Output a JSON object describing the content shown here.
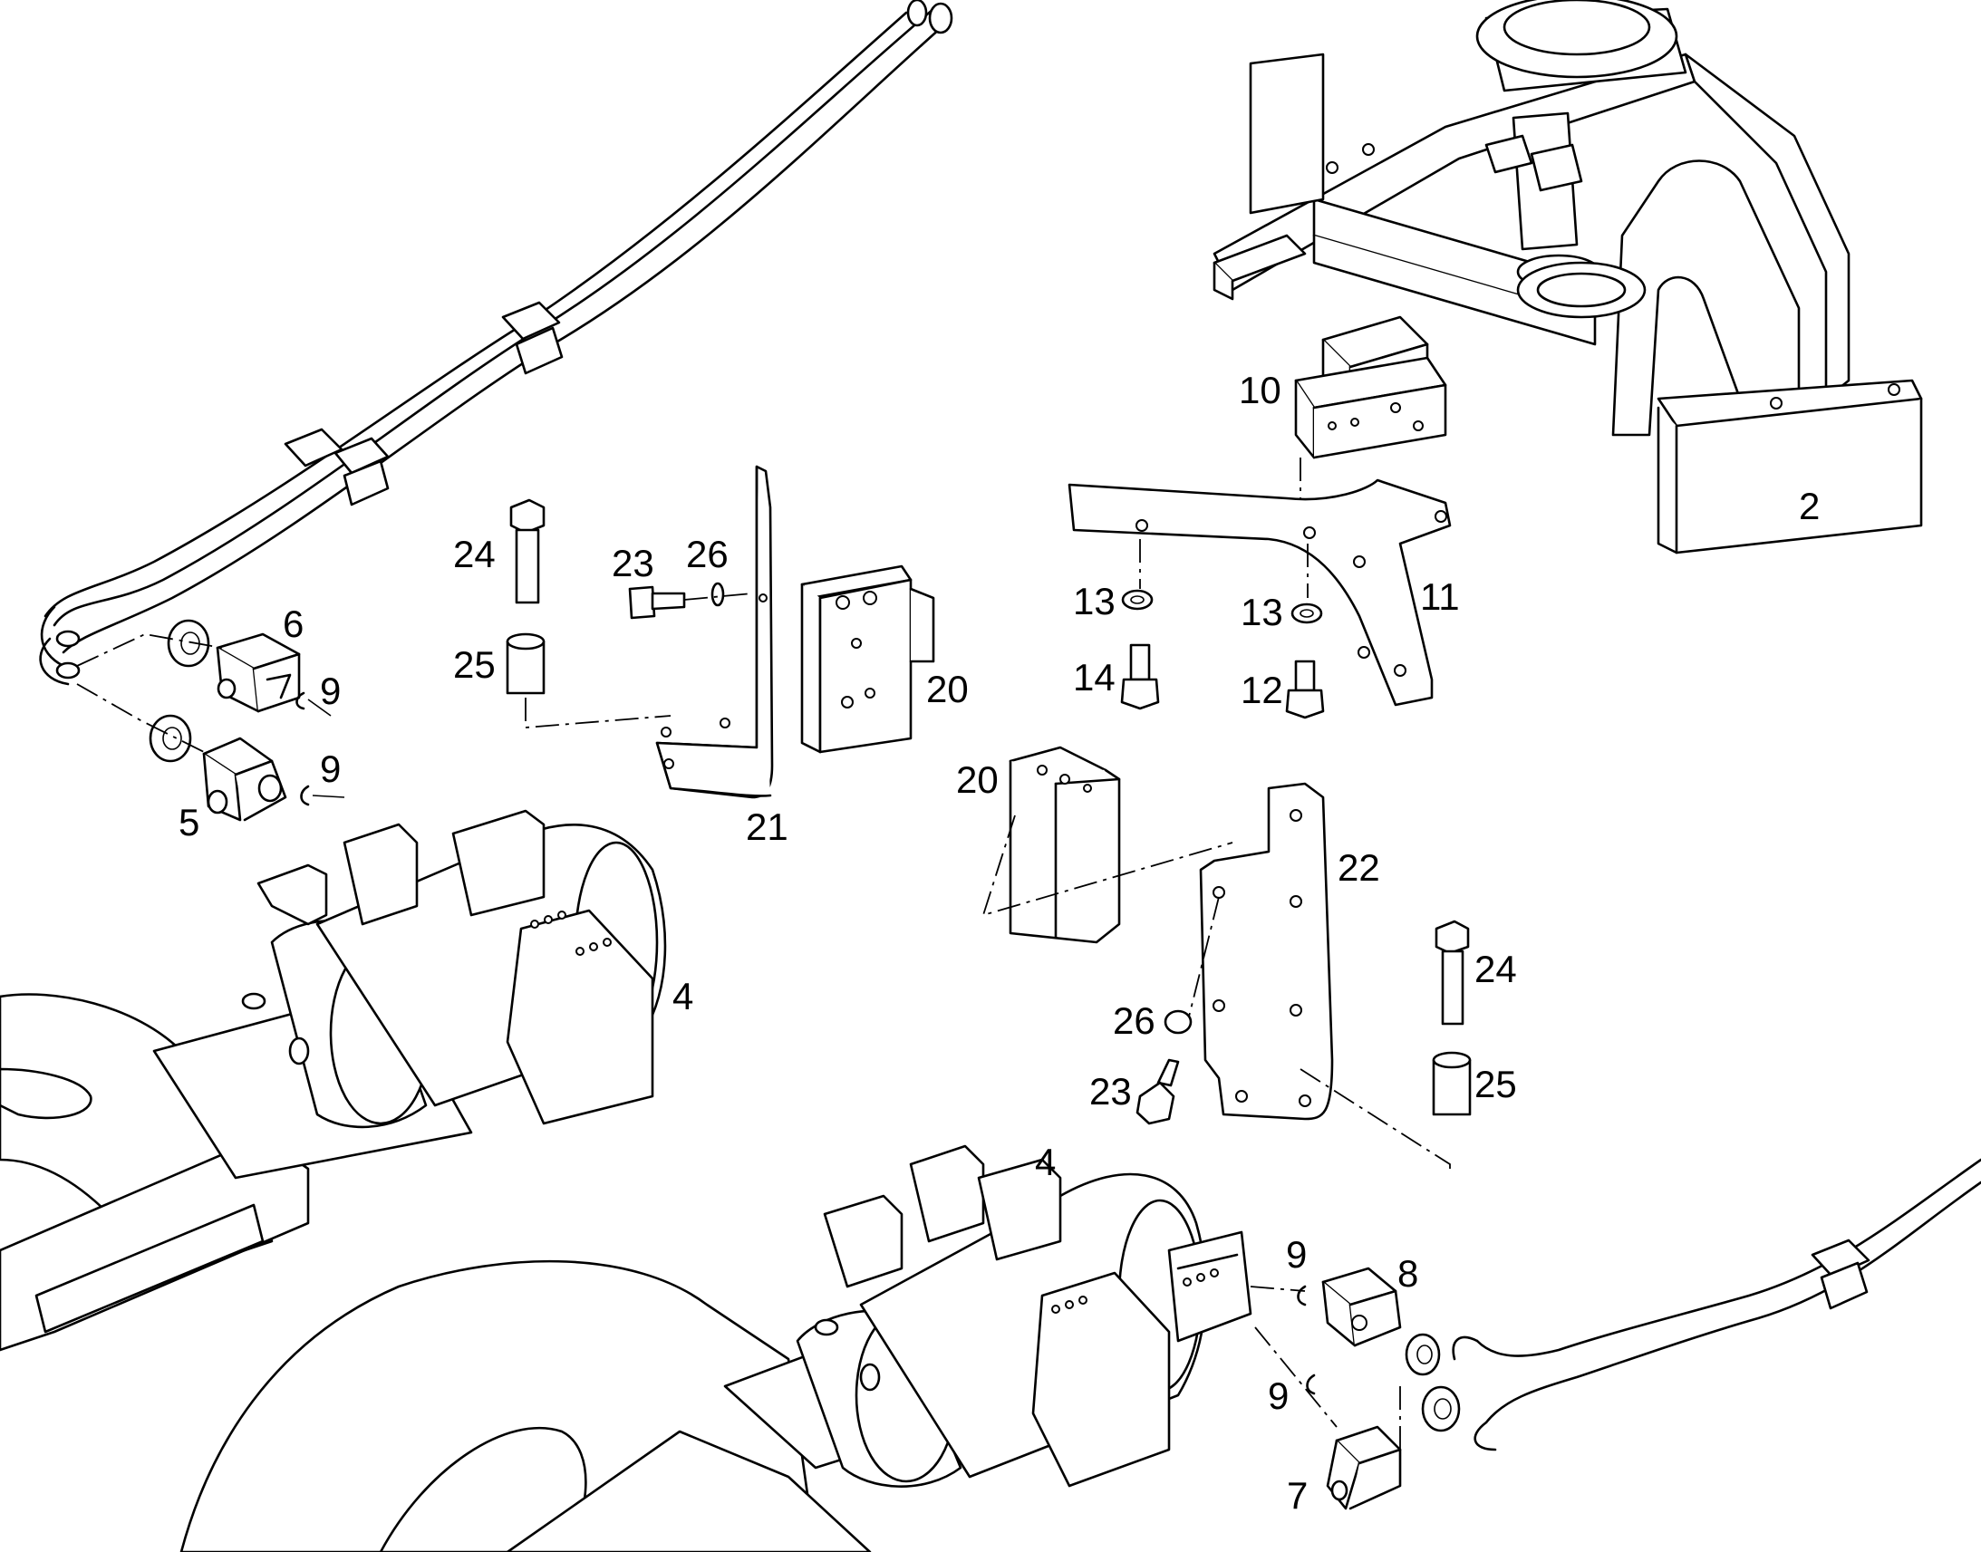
{
  "diagram": {
    "callouts": [
      {
        "id": "c2",
        "label": "2"
      },
      {
        "id": "c4a",
        "label": "4"
      },
      {
        "id": "c4b",
        "label": "4"
      },
      {
        "id": "c5",
        "label": "5"
      },
      {
        "id": "c6",
        "label": "6"
      },
      {
        "id": "c7",
        "label": "7"
      },
      {
        "id": "c8",
        "label": "8"
      },
      {
        "id": "c9a",
        "label": "9"
      },
      {
        "id": "c9b",
        "label": "9"
      },
      {
        "id": "c9c",
        "label": "9"
      },
      {
        "id": "c9d",
        "label": "9"
      },
      {
        "id": "c10",
        "label": "10"
      },
      {
        "id": "c11",
        "label": "11"
      },
      {
        "id": "c12",
        "label": "12"
      },
      {
        "id": "c13a",
        "label": "13"
      },
      {
        "id": "c13b",
        "label": "13"
      },
      {
        "id": "c14",
        "label": "14"
      },
      {
        "id": "c20a",
        "label": "20"
      },
      {
        "id": "c20b",
        "label": "20"
      },
      {
        "id": "c21",
        "label": "21"
      },
      {
        "id": "c22",
        "label": "22"
      },
      {
        "id": "c23a",
        "label": "23"
      },
      {
        "id": "c23b",
        "label": "23"
      },
      {
        "id": "c24a",
        "label": "24"
      },
      {
        "id": "c24b",
        "label": "24"
      },
      {
        "id": "c25a",
        "label": "25"
      },
      {
        "id": "c25b",
        "label": "25"
      },
      {
        "id": "c26a",
        "label": "26"
      },
      {
        "id": "c26b",
        "label": "26"
      }
    ]
  }
}
